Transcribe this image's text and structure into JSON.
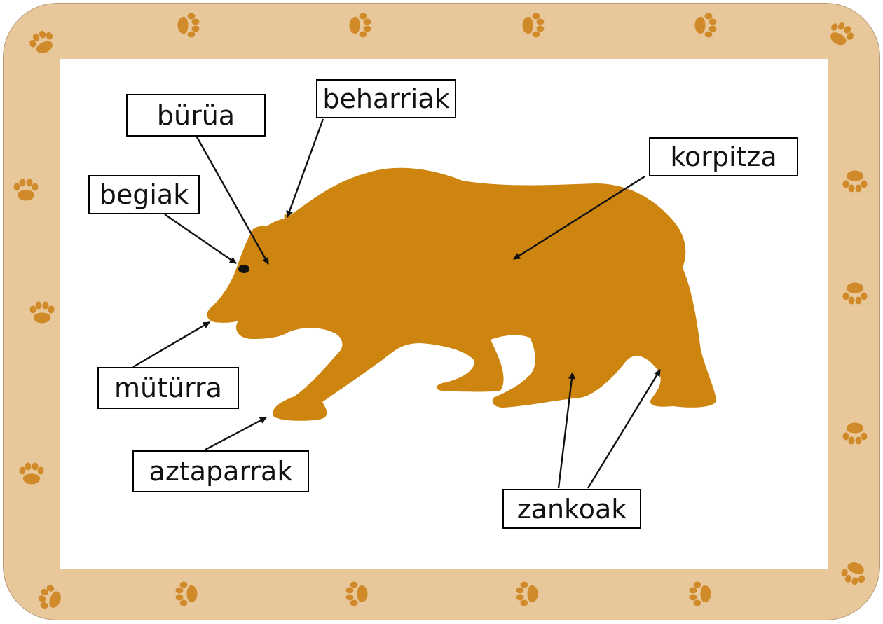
{
  "colors": {
    "frame": "#e8c89a",
    "paw": "#d08a2a",
    "bear": "#cd850f",
    "panel": "#ffffff",
    "label_border": "#000000",
    "arrow": "#111111"
  },
  "icons": [
    "paw-print-icon",
    "bear-silhouette"
  ],
  "labels": {
    "burua": "bürüa",
    "beharriak": "beharriak",
    "begiak": "begiak",
    "korpitza": "korpitza",
    "muturra": "mütürra",
    "aztaparrak": "aztaparrak",
    "zankoak": "zankoak"
  }
}
